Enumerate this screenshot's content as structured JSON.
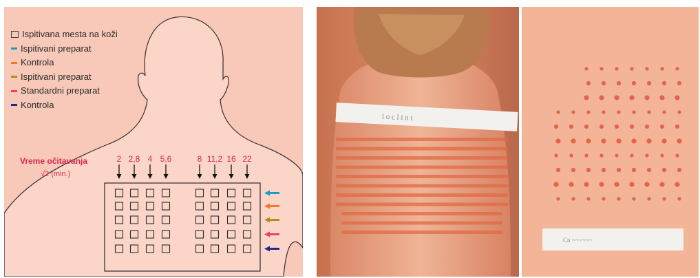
{
  "legend": {
    "items": [
      {
        "label": "Ispitivana mesta na koži",
        "symbol": "box",
        "color": "#444444"
      },
      {
        "label": "Ispitivani preparat",
        "symbol": "bar",
        "color": "#1e9bbf"
      },
      {
        "label": "Kontrola",
        "symbol": "bar",
        "color": "#f07a2c"
      },
      {
        "label": "Ispitivani preparat",
        "symbol": "bar",
        "color": "#b58a1e"
      },
      {
        "label": "Standardni preparat",
        "symbol": "bar",
        "color": "#ee3f63"
      },
      {
        "label": "Kontrola",
        "symbol": "bar",
        "color": "#1d2a8c"
      }
    ]
  },
  "timing": {
    "label_line1": "Vreme očitavanja",
    "label_line2": "√2 (min.)",
    "values_left": [
      "2",
      "2,8",
      "4",
      "5,6"
    ],
    "values_right": [
      "8",
      "11,2",
      "16",
      "22"
    ]
  },
  "arrow_colors": [
    "#1e9bbf",
    "#f07a2c",
    "#b58a1e",
    "#ee3f63",
    "#1d2a8c"
  ],
  "colors": {
    "panel_bg": "#f8c9b8",
    "body_fill": "#fbd6c8",
    "accent_text": "#d8274e",
    "skin": "#eaa384",
    "hair": "#b87a4e",
    "tape": "#f3f1ee"
  }
}
